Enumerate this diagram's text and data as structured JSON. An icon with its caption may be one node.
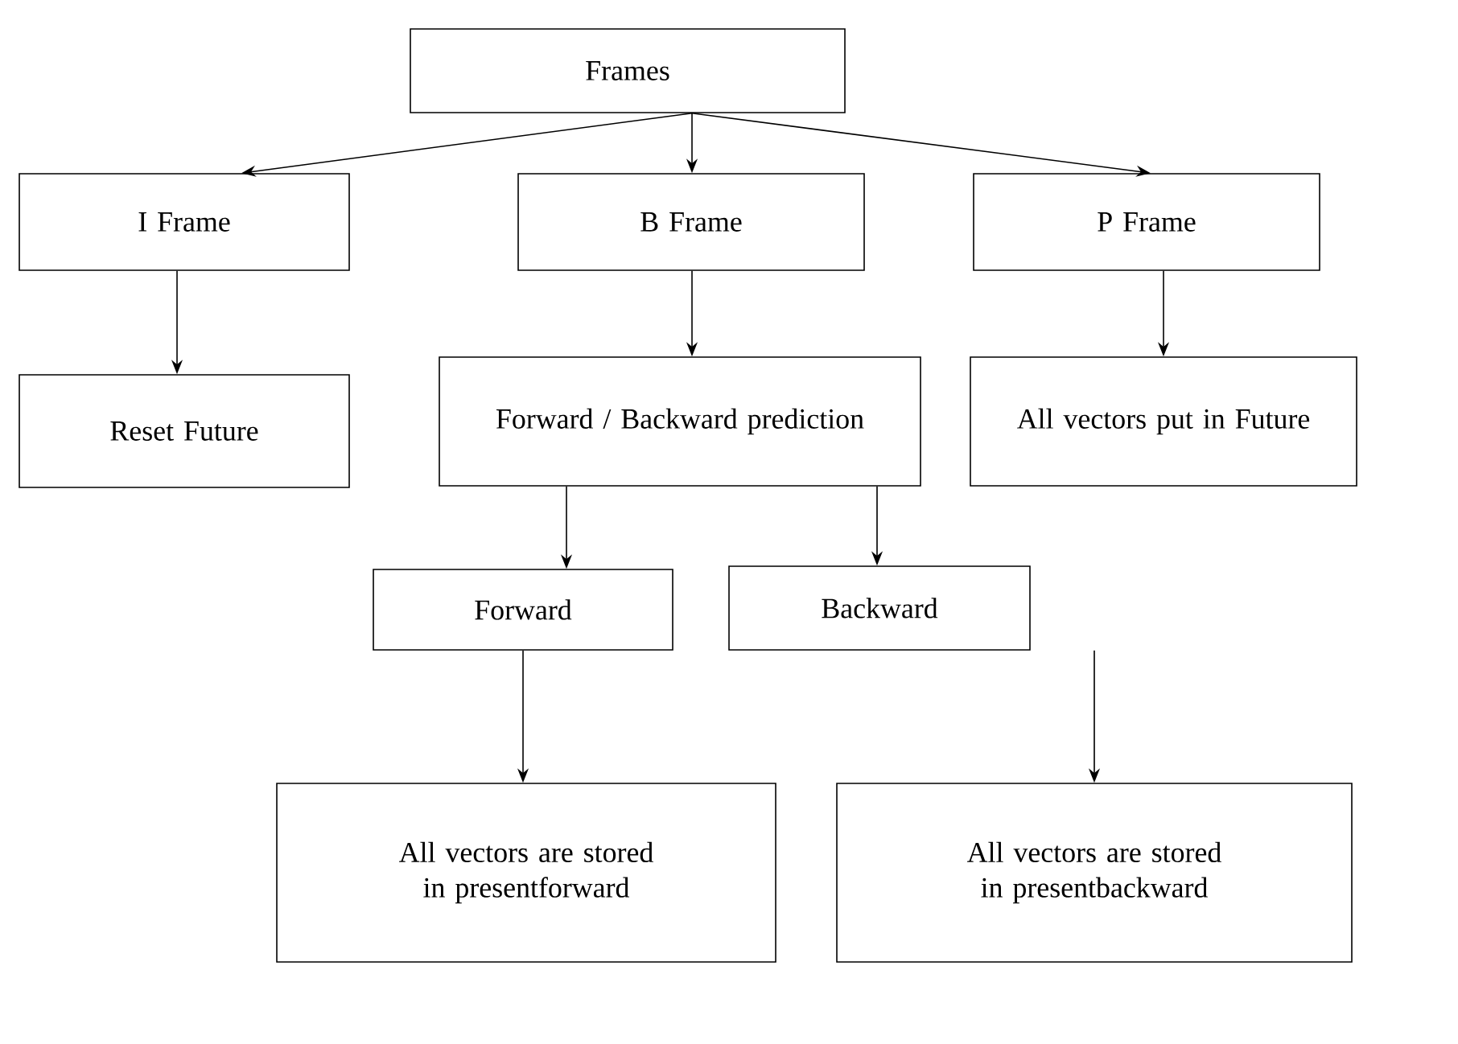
{
  "diagram": {
    "nodes": [
      {
        "text": [
          "Frames"
        ]
      },
      {
        "text": [
          "I Frame"
        ]
      },
      {
        "text": [
          "B Frame"
        ]
      },
      {
        "text": [
          "P Frame"
        ]
      },
      {
        "text": [
          "Reset Future"
        ]
      },
      {
        "text": [
          "Forward / Backward prediction"
        ]
      },
      {
        "text": [
          "All vectors put in Future"
        ]
      },
      {
        "text": [
          "Forward"
        ]
      },
      {
        "text": [
          "Backward"
        ]
      },
      {
        "text": [
          "All vectors are stored in presentforward"
        ]
      },
      {
        "text": [
          "All vectors are stored in presentbackward"
        ]
      }
    ],
    "edges": [
      {
        "from": 0,
        "to": 1,
        "arrow": "to"
      },
      {
        "from": 0,
        "to": 2,
        "arrow": "to"
      },
      {
        "from": 0,
        "to": 3,
        "arrow": "to"
      },
      {
        "from": 1,
        "to": 4,
        "arrow": "to"
      },
      {
        "from": 2,
        "to": 5,
        "arrow": "to"
      },
      {
        "from": 3,
        "to": 6,
        "arrow": "to"
      },
      {
        "from": 5,
        "to": 7,
        "arrow": "to"
      },
      {
        "from": 5,
        "to": 8,
        "arrow": "to"
      },
      {
        "from": 7,
        "to": 9,
        "arrow": "to"
      },
      {
        "from": 8,
        "to": 10,
        "arrow": "to"
      }
    ]
  }
}
